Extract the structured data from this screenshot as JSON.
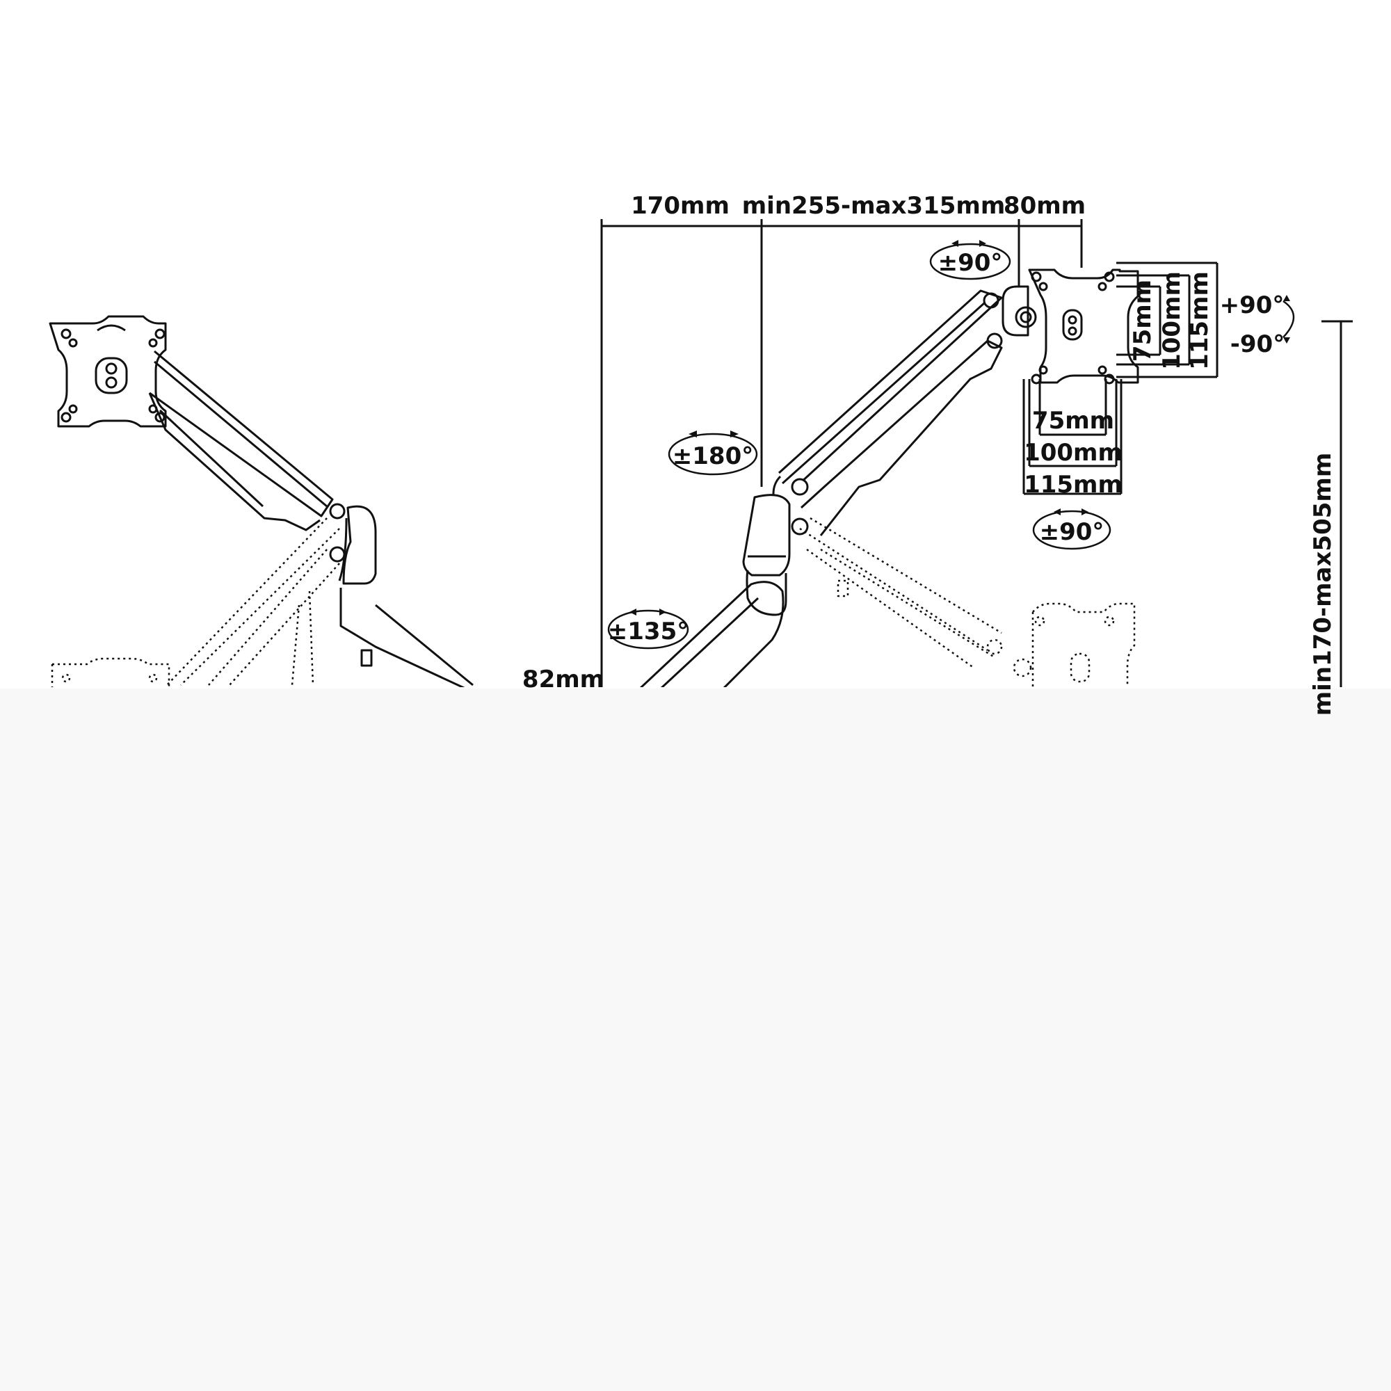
{
  "dimensions": {
    "top_left": "170mm",
    "top_middle": "min255-max315mm",
    "top_right": "80mm",
    "left_height": "82mm",
    "right_height": "min170-max505mm",
    "vesa_h_75": "75mm",
    "vesa_h_100": "100mm",
    "vesa_h_115": "115mm",
    "vesa_v_75": "75mm",
    "vesa_v_100": "100mm",
    "vesa_v_115": "115mm"
  },
  "angles": {
    "tilt_top": "±90°",
    "arm_swivel": "±180°",
    "base_swivel": "±135°",
    "head_swivel": "±90°",
    "rotate_plus": "+90°",
    "rotate_minus": "-90°"
  },
  "colors": {
    "ink": "#111111",
    "band": "#f8f8f8",
    "background": "#ffffff"
  }
}
